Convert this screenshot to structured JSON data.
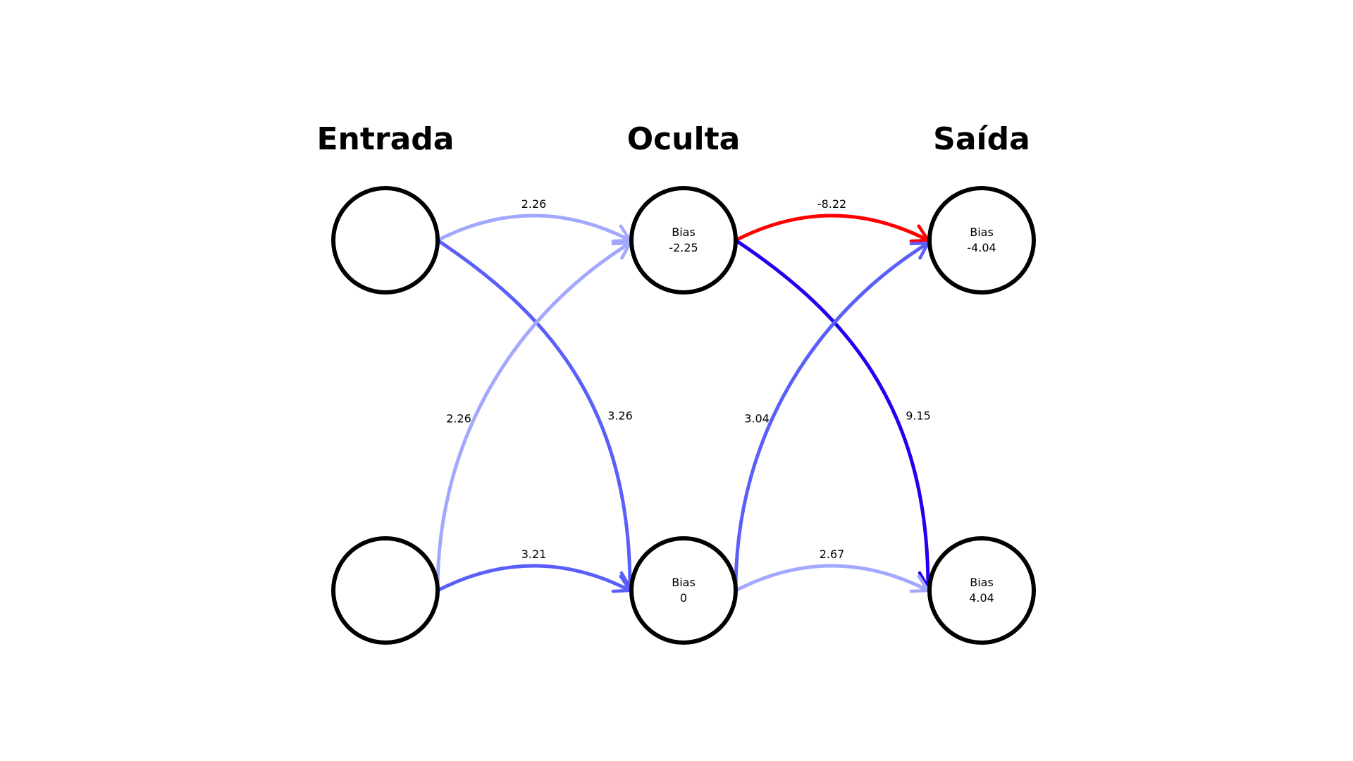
{
  "layers": [
    {
      "id": "input",
      "title": "Entrada"
    },
    {
      "id": "hidden",
      "title": "Oculta"
    },
    {
      "id": "output",
      "title": "Saída"
    }
  ],
  "nodes": [
    {
      "id": "i1",
      "layer": "input",
      "index": 0,
      "caption": "",
      "bias": ""
    },
    {
      "id": "i2",
      "layer": "input",
      "index": 1,
      "caption": "",
      "bias": ""
    },
    {
      "id": "h1",
      "layer": "hidden",
      "index": 0,
      "caption": "Bias",
      "bias": "-2.25"
    },
    {
      "id": "h2",
      "layer": "hidden",
      "index": 1,
      "caption": "Bias",
      "bias": "0"
    },
    {
      "id": "o1",
      "layer": "output",
      "index": 0,
      "caption": "Bias",
      "bias": "-4.04"
    },
    {
      "id": "o2",
      "layer": "output",
      "index": 1,
      "caption": "Bias",
      "bias": "4.04"
    }
  ],
  "edges": [
    {
      "from": "i1",
      "to": "h1",
      "weight": "2.26",
      "color": "#a3a8ff"
    },
    {
      "from": "i1",
      "to": "h2",
      "weight": "3.26",
      "color": "#5a5ffa"
    },
    {
      "from": "i2",
      "to": "h1",
      "weight": "2.26",
      "color": "#a3a8ff"
    },
    {
      "from": "i2",
      "to": "h2",
      "weight": "3.21",
      "color": "#5a5ffa"
    },
    {
      "from": "h1",
      "to": "o1",
      "weight": "-8.22",
      "color": "#ff0000"
    },
    {
      "from": "h1",
      "to": "o2",
      "weight": "9.15",
      "color": "#2200f0"
    },
    {
      "from": "h2",
      "to": "o1",
      "weight": "3.04",
      "color": "#5a5ffa"
    },
    {
      "from": "h2",
      "to": "o2",
      "weight": "2.67",
      "color": "#a3a8ff"
    }
  ]
}
